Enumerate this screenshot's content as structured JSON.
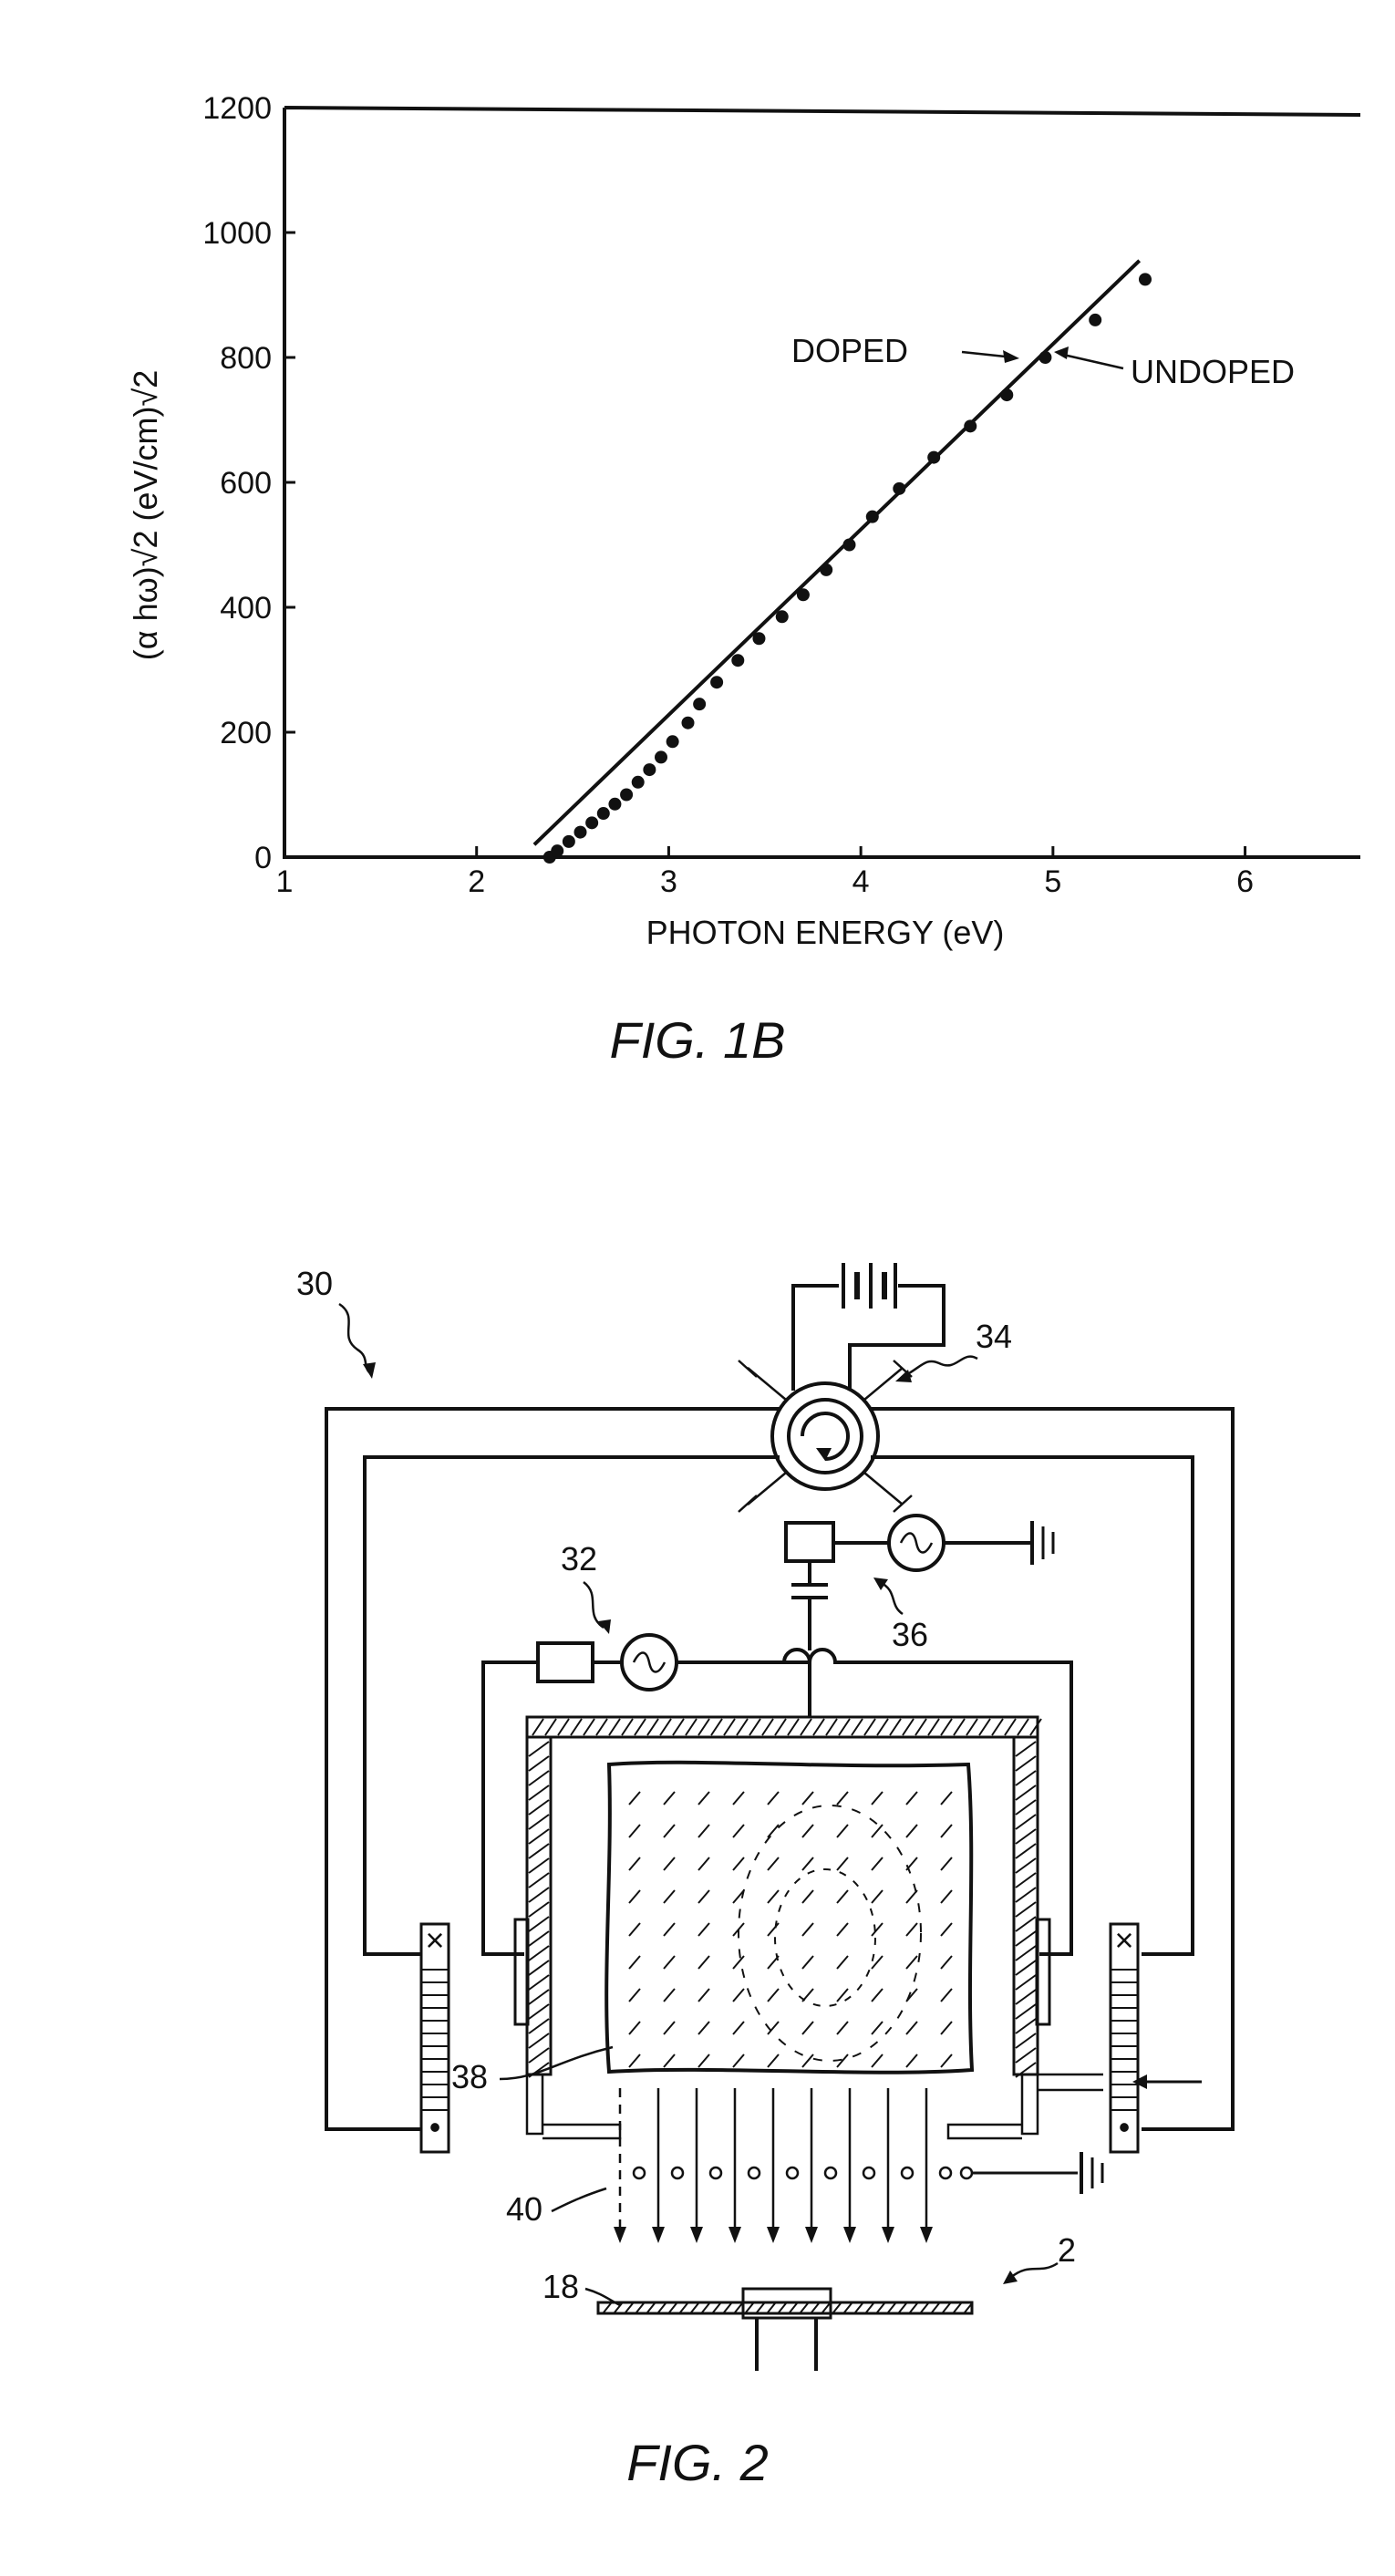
{
  "chart_data": {
    "type": "scatter",
    "xlabel": "PHOTON ENERGY (eV)",
    "ylabel": "(α hω)√2  (eV/cm)√2",
    "xlim": [
      1,
      6.6
    ],
    "ylim": [
      0,
      1200
    ],
    "xticks": [
      "1",
      "2",
      "3",
      "4",
      "5",
      "6"
    ],
    "yticks": [
      "0",
      "200",
      "400",
      "600",
      "800",
      "1000",
      "1200"
    ],
    "series": [
      {
        "name": "DOPED",
        "kind": "line",
        "x": [
          2.3,
          5.45
        ],
        "y": [
          20,
          955
        ]
      },
      {
        "name": "UNDOPED",
        "kind": "points",
        "x": [
          2.38,
          2.42,
          2.48,
          2.54,
          2.6,
          2.66,
          2.72,
          2.78,
          2.84,
          2.9,
          2.96,
          3.02,
          3.1,
          3.16,
          3.25,
          3.36,
          3.47,
          3.59,
          3.7,
          3.82,
          3.94,
          4.06,
          4.2,
          4.38,
          4.57,
          4.76,
          4.96,
          5.22,
          5.48
        ],
        "y": [
          0,
          10,
          25,
          40,
          55,
          70,
          85,
          100,
          120,
          140,
          160,
          185,
          215,
          245,
          280,
          315,
          350,
          385,
          420,
          460,
          500,
          545,
          590,
          640,
          690,
          740,
          800,
          860,
          925
        ]
      }
    ],
    "annotations": [
      "DOPED",
      "UNDOPED"
    ]
  },
  "captions": {
    "fig1b": "FIG. 1B",
    "fig2": "FIG. 2"
  },
  "diagram": {
    "labels": {
      "r30": "30",
      "r34": "34",
      "r32": "32",
      "r36": "36",
      "r38": "38",
      "r40": "40",
      "r18": "18",
      "r2": "2"
    },
    "coil_marks": {
      "cross": "×",
      "dot": "•"
    }
  }
}
